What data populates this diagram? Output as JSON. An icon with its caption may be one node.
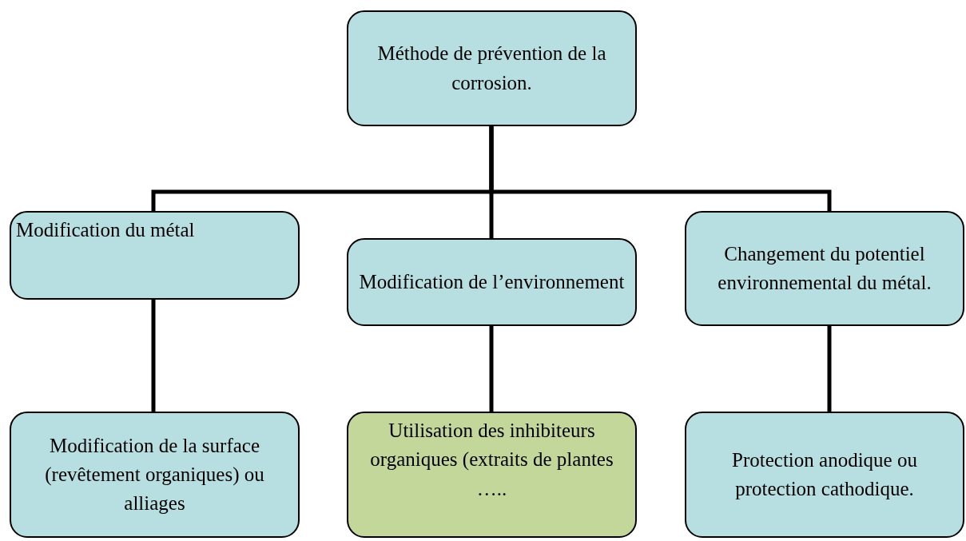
{
  "diagram": {
    "nodes": [
      {
        "text": [
          "Méthode de prévention de la corrosion."
        ]
      },
      {
        "text": [
          "Modification du métal"
        ]
      },
      {
        "text": [
          "Modification de l’environnement"
        ]
      },
      {
        "text": [
          "Changement du potentiel environnemental du métal."
        ]
      },
      {
        "text": [
          "Modification de la surface (revêtement organiques) ou alliages"
        ]
      },
      {
        "text": [
          "Utilisation des inhibiteurs organiques (extraits de plantes ….."
        ]
      },
      {
        "text": [
          "Protection anodique ou protection cathodique."
        ]
      }
    ],
    "edges": [
      {
        "from": 0,
        "to": 1,
        "arrow": "none"
      },
      {
        "from": 0,
        "to": 2,
        "arrow": "none"
      },
      {
        "from": 0,
        "to": 3,
        "arrow": "none"
      },
      {
        "from": 1,
        "to": 4,
        "arrow": "none"
      },
      {
        "from": 2,
        "to": 5,
        "arrow": "none"
      },
      {
        "from": 3,
        "to": 6,
        "arrow": "none"
      }
    ]
  }
}
